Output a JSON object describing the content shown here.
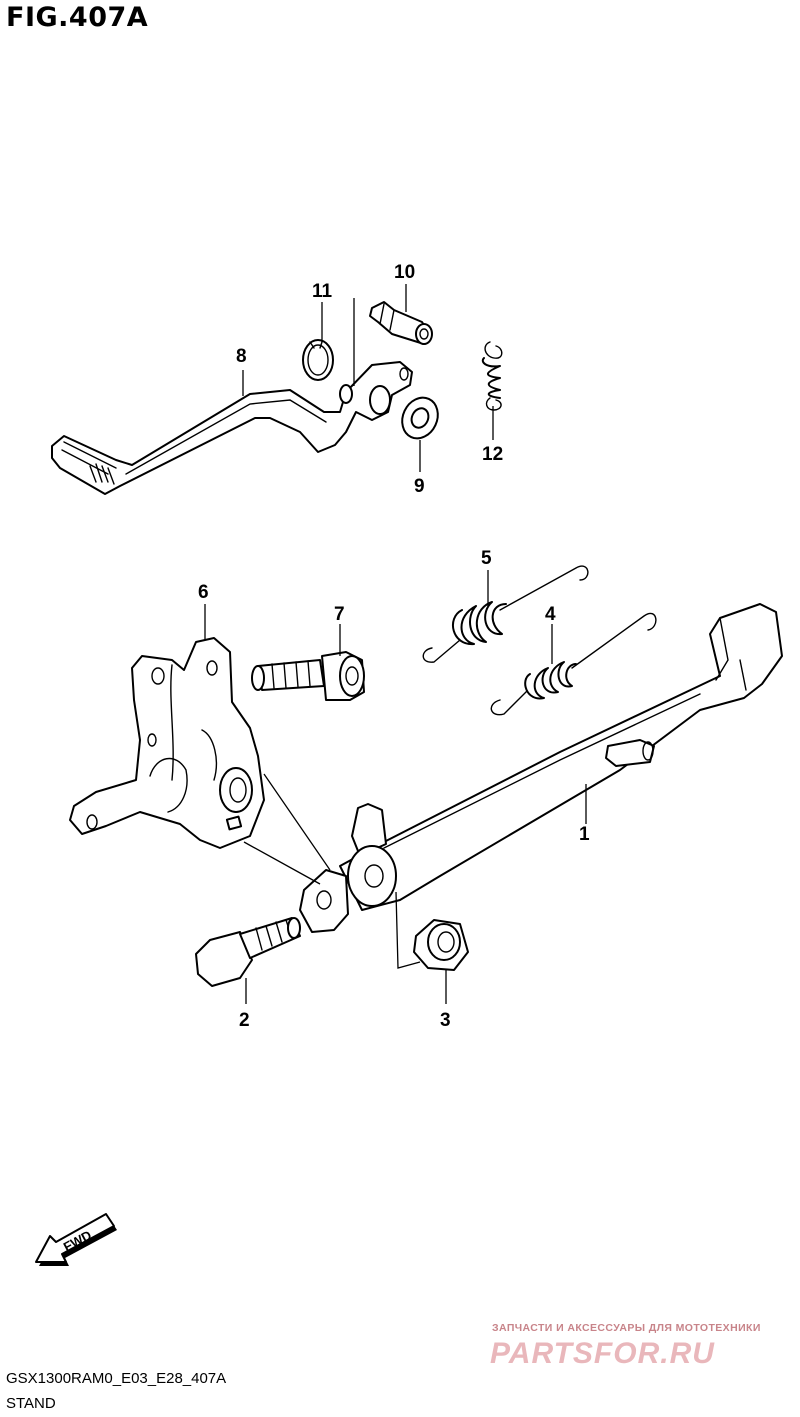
{
  "figure": {
    "title": "FIG.407A"
  },
  "footer": {
    "model_code": "GSX1300RAM0_E03_E28_407A",
    "group_name": "STAND"
  },
  "watermark": {
    "tagline": "ЗАПЧАСТИ И АКСЕССУАРЫ ДЛЯ МОТОТЕХНИКИ",
    "brand": "PARTSFOR.RU"
  },
  "direction_badge": {
    "label": "FWD"
  },
  "callouts": {
    "c1": "1",
    "c2": "2",
    "c3": "3",
    "c4": "4",
    "c5": "5",
    "c6": "6",
    "c7": "7",
    "c8": "8",
    "c9": "9",
    "c10": "10",
    "c11": "11",
    "c12": "12"
  },
  "colors": {
    "line": "#000000",
    "background": "#ffffff",
    "watermark_light": "#e9b7bb",
    "watermark_dark": "#c8848a"
  }
}
